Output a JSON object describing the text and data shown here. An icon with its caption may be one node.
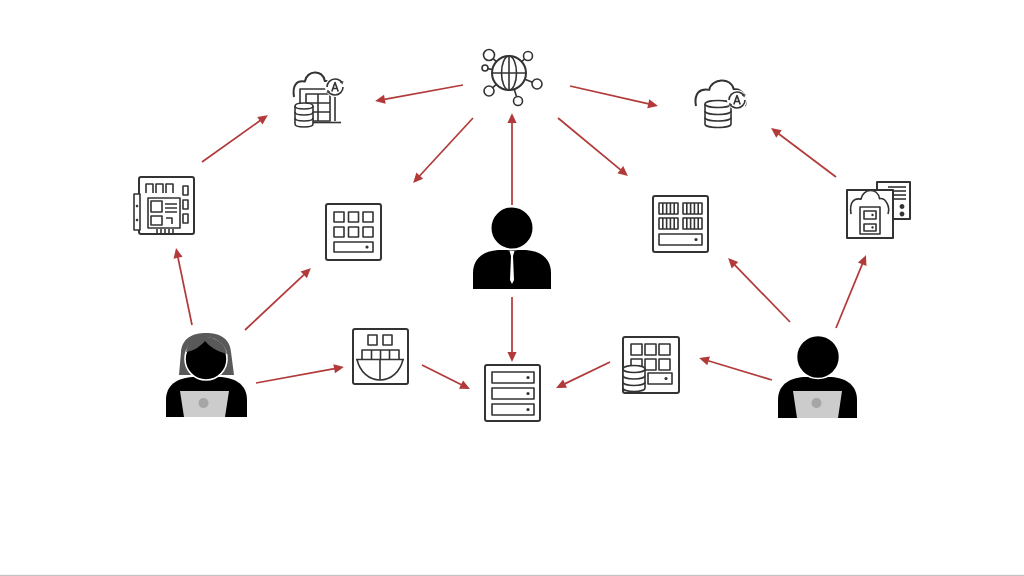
{
  "diagram": {
    "nodes": [
      {
        "text": [],
        "shape": "picture"
      },
      {
        "text": [],
        "shape": "picture"
      },
      {
        "text": [],
        "shape": "picture"
      },
      {
        "text": [],
        "shape": "picture"
      },
      {
        "text": [],
        "shape": "picture"
      },
      {
        "text": [],
        "shape": "person"
      },
      {
        "text": [],
        "shape": "picture"
      },
      {
        "text": [],
        "shape": "picture"
      },
      {
        "text": [],
        "shape": "person"
      },
      {
        "text": [],
        "shape": "picture"
      },
      {
        "text": [],
        "shape": "picture"
      },
      {
        "text": [],
        "shape": "picture"
      },
      {
        "text": [],
        "shape": "person"
      }
    ],
    "edges": [
      {
        "from": 0,
        "to": 1,
        "arrow": "to"
      },
      {
        "from": 0,
        "to": 2,
        "arrow": "to"
      },
      {
        "from": 0,
        "to": 4,
        "arrow": "to"
      },
      {
        "from": 0,
        "to": 6,
        "arrow": "to"
      },
      {
        "from": 5,
        "to": 0,
        "arrow": "to"
      },
      {
        "from": 5,
        "to": 10,
        "arrow": "to"
      },
      {
        "from": 3,
        "to": 1,
        "arrow": "to"
      },
      {
        "from": 7,
        "to": 2,
        "arrow": "to"
      },
      {
        "from": 8,
        "to": 3,
        "arrow": "to"
      },
      {
        "from": 8,
        "to": 4,
        "arrow": "to"
      },
      {
        "from": 8,
        "to": 9,
        "arrow": "to"
      },
      {
        "from": 9,
        "to": 10,
        "arrow": "to"
      },
      {
        "from": 11,
        "to": 10,
        "arrow": "to"
      },
      {
        "from": 12,
        "to": 11,
        "arrow": "to"
      },
      {
        "from": 12,
        "to": 6,
        "arrow": "to"
      },
      {
        "from": 12,
        "to": 7,
        "arrow": "to"
      }
    ]
  }
}
